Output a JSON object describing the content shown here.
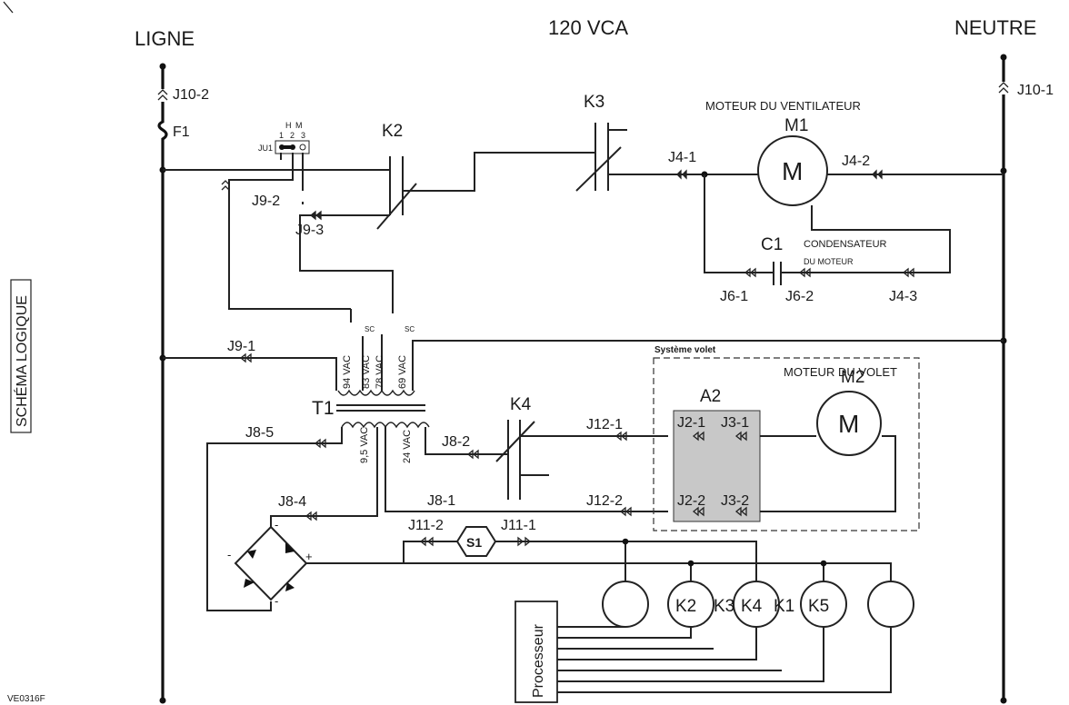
{
  "headers": {
    "ligne": "LIGNE",
    "voltage": "120 VCA",
    "neutre": "NEUTRE"
  },
  "side_label": "SCHÉMA LOGIQUE",
  "figure_code": "VE0316F",
  "connectors": {
    "j10_2": "J10-2",
    "j10_1": "J10-1",
    "f1": "F1",
    "ju1": "JU1",
    "ju1_h": "H",
    "ju1_m": "M",
    "ju1_p1": "1",
    "ju1_p2": "2",
    "ju1_p3": "3",
    "j9_2": "J9-2",
    "j9_3": "J9-3",
    "j9_1": "J9-1",
    "k2": "K2",
    "k3": "K3",
    "k4": "K4",
    "j4_1": "J4-1",
    "j4_2": "J4-2",
    "j4_3": "J4-3",
    "j6_1": "J6-1",
    "j6_2": "J6-2",
    "c1": "C1",
    "m1": "M1",
    "m2": "M2",
    "motor_symbol": "M",
    "t1": "T1",
    "j8_5": "J8-5",
    "j8_2": "J8-2",
    "j8_4": "J8-4",
    "j8_1": "J8-1",
    "j12_1": "J12-1",
    "j12_2": "J12-2",
    "a2": "A2",
    "j2_1": "J2-1",
    "j3_1": "J3-1",
    "j2_2": "J2-2",
    "j3_2": "J3-2",
    "j11_2": "J11-2",
    "j11_1": "J11-1",
    "s1": "S1"
  },
  "component_labels": {
    "fan_motor": "MOTEUR DU VENTILATEUR",
    "capacitor_l1": "CONDENSATEUR",
    "capacitor_l2": "DU MOTEUR",
    "damper_system": "Système volet",
    "damper_motor": "MOTEUR DU VOLET"
  },
  "transformer_taps": {
    "v94": "94 VAC",
    "v83": "83 VAC",
    "v78": "78 VAC",
    "v69": "69 VAC",
    "sc": "SC",
    "sec_9_5": "9,5 VAC",
    "sec_24": "24 VAC"
  },
  "bridge": {
    "minus": "-",
    "plus": "+"
  },
  "relays": [
    "K2",
    "K3",
    "K4",
    "K1",
    "K5"
  ],
  "processor": "Processeur"
}
